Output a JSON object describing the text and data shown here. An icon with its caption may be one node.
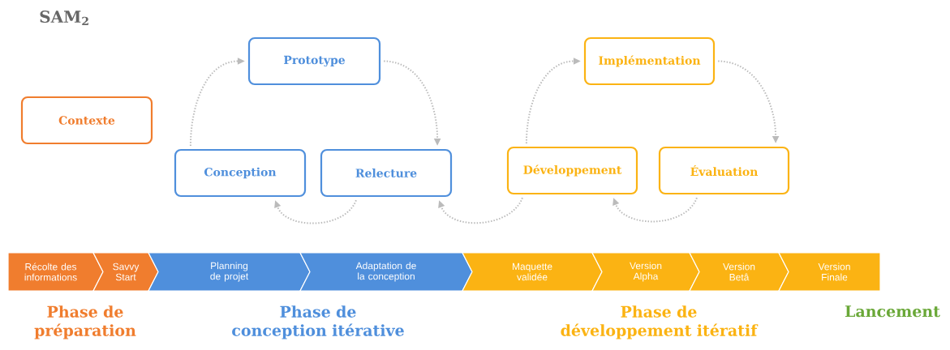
{
  "diagram": {
    "title": "SAM$_{2}$",
    "nodes": [
      {
        "text": [
          "Contexte"
        ]
      },
      {
        "text": [
          "Prototype"
        ]
      },
      {
        "text": [
          "Conception"
        ]
      },
      {
        "text": [
          "Relecture"
        ]
      },
      {
        "text": [
          "Implémentation"
        ]
      },
      {
        "text": [
          "Développement"
        ]
      },
      {
        "text": [
          "Évaluation"
        ]
      },
      {
        "text": [
          "Récolte des informations"
        ]
      },
      {
        "text": [
          "Savvy Start"
        ]
      },
      {
        "text": [
          "Planning de projet"
        ]
      },
      {
        "text": [
          "Adaptation de la conception"
        ]
      },
      {
        "text": [
          "Maquette validée"
        ]
      },
      {
        "text": [
          "Version Alpha"
        ]
      },
      {
        "text": [
          "Version Betâ"
        ]
      },
      {
        "text": [
          "Version Finale"
        ]
      }
    ],
    "edges": [
      {
        "from": 2,
        "to": 1,
        "arrow": "to"
      },
      {
        "from": 1,
        "to": 3,
        "arrow": "to"
      },
      {
        "from": 3,
        "to": 2,
        "arrow": "to"
      },
      {
        "from": 5,
        "to": 3,
        "arrow": "to"
      },
      {
        "from": 5,
        "to": 4,
        "arrow": "to"
      },
      {
        "from": 4,
        "to": 6,
        "arrow": "to"
      },
      {
        "from": 6,
        "to": 5,
        "arrow": "to"
      }
    ],
    "labels": [
      "Phase de préparation",
      "Phase de conception itérative",
      "Phase de développement itératif",
      "Lancement"
    ]
  }
}
